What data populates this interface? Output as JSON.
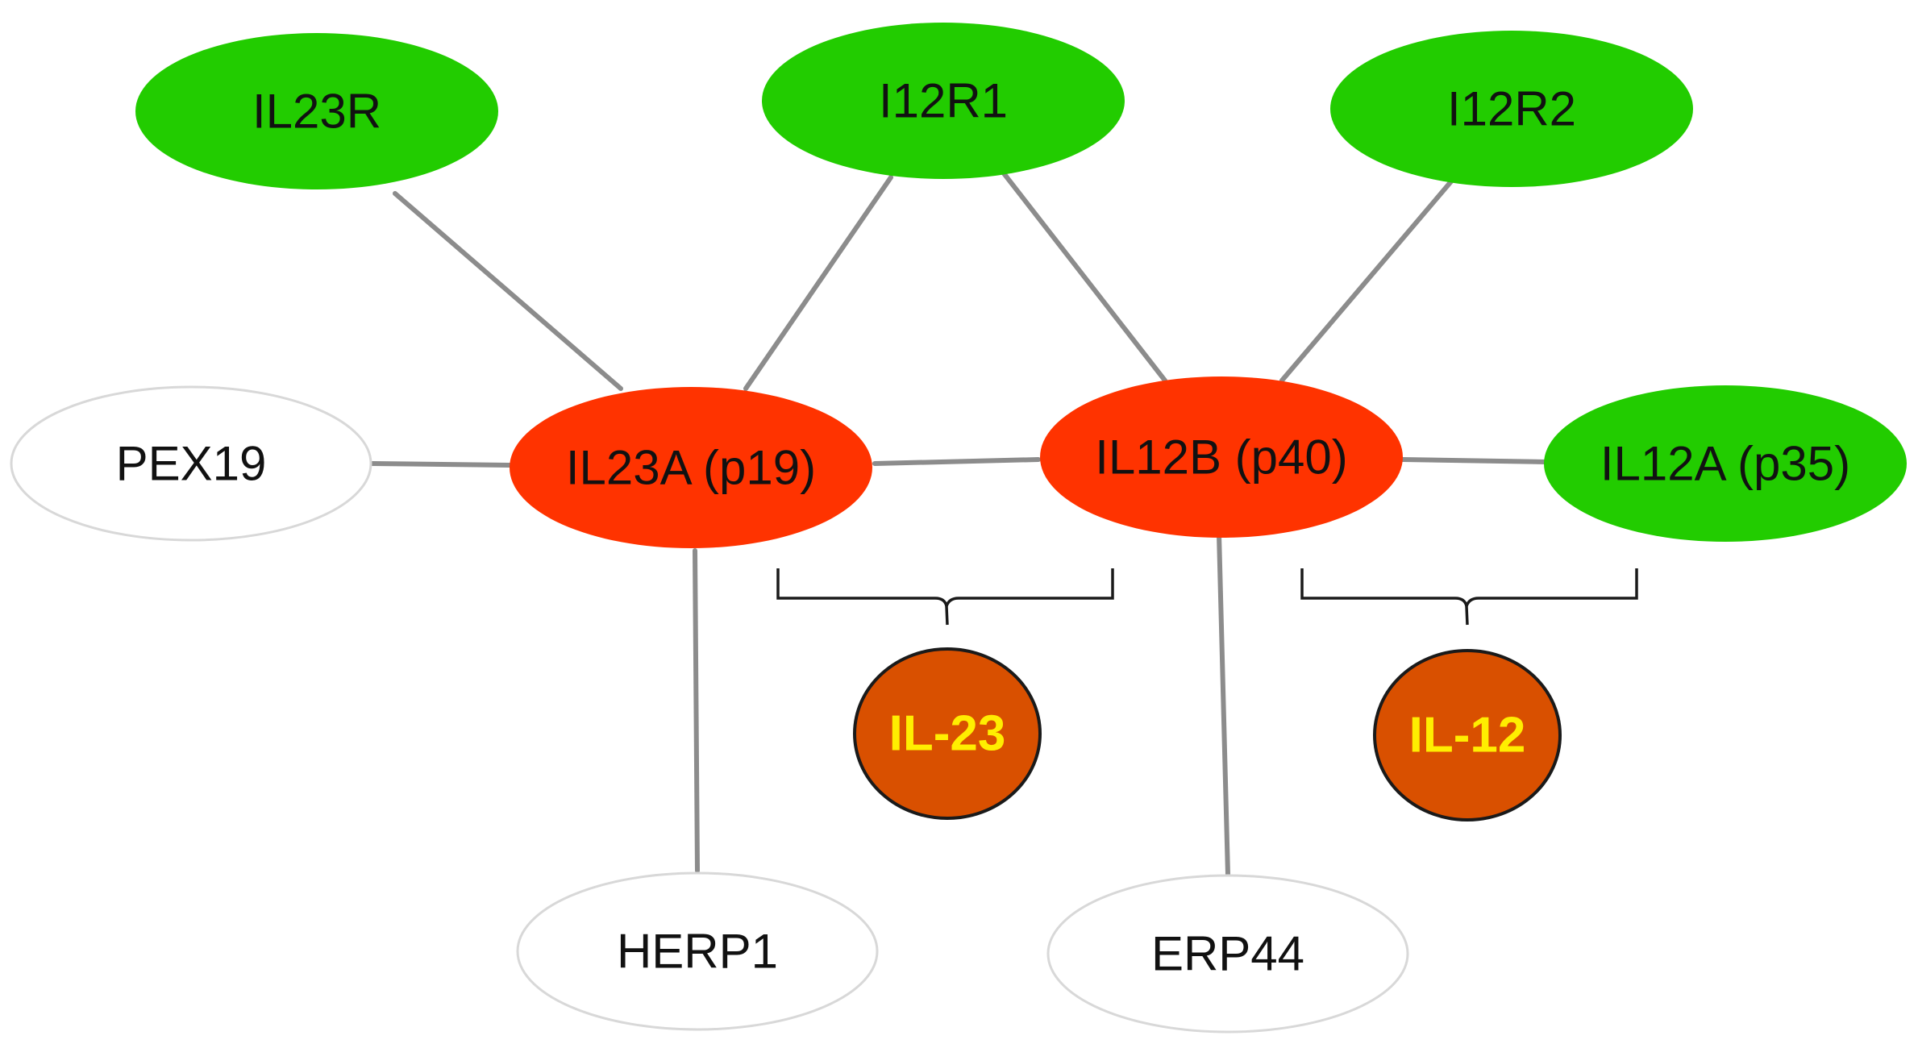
{
  "colors": {
    "receptor": "#22cc00",
    "subunit": "#ff3300",
    "complex": "#d95000",
    "complex_text": "#ffee00",
    "other": "#ffffff",
    "other_stroke": "#d8d8d8",
    "edge": "#8c8c8c"
  },
  "nodes": {
    "il23r": {
      "label": "IL23R",
      "kind": "receptor"
    },
    "i12r1": {
      "label": "I12R1",
      "kind": "receptor"
    },
    "i12r2": {
      "label": "I12R2",
      "kind": "receptor"
    },
    "pex19": {
      "label": "PEX19",
      "kind": "other"
    },
    "il23a": {
      "label": "IL23A (p19)",
      "kind": "subunit"
    },
    "il12b": {
      "label": "IL12B (p40)",
      "kind": "subunit"
    },
    "il12a": {
      "label": "IL12A (p35)",
      "kind": "receptor"
    },
    "herp1": {
      "label": "HERP1",
      "kind": "other"
    },
    "erp44": {
      "label": "ERP44",
      "kind": "other"
    }
  },
  "complexes": {
    "il23": {
      "label": "IL-23",
      "members": [
        "il23a",
        "il12b"
      ]
    },
    "il12": {
      "label": "IL-12",
      "members": [
        "il12b",
        "il12a"
      ]
    }
  },
  "edges": [
    [
      "il23r",
      "il23a"
    ],
    [
      "i12r1",
      "il23a"
    ],
    [
      "i12r1",
      "il12b"
    ],
    [
      "i12r2",
      "il12b"
    ],
    [
      "pex19",
      "il23a"
    ],
    [
      "il23a",
      "il12b"
    ],
    [
      "il12b",
      "il12a"
    ],
    [
      "il23a",
      "herp1"
    ],
    [
      "il12b",
      "erp44"
    ]
  ]
}
